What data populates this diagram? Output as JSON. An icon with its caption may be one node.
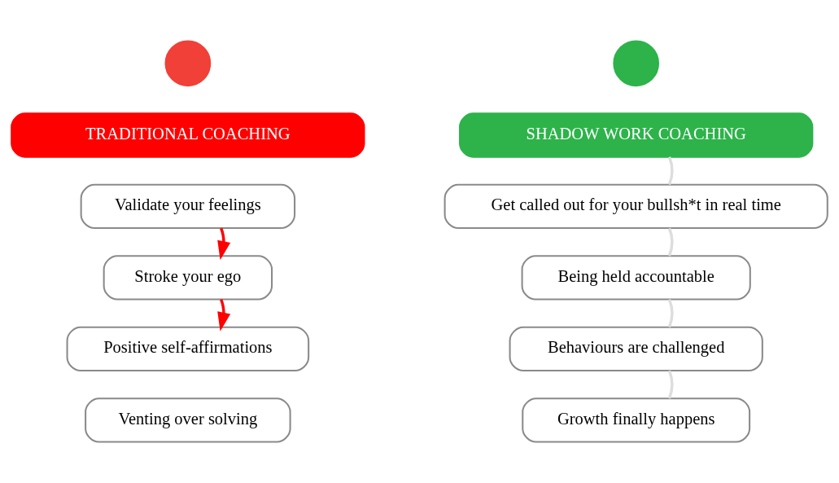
{
  "diagram": {
    "nodes": [
      {
        "text": [],
        "shape": "circle"
      },
      {
        "text": [
          "TRADITIONAL COACHING"
        ]
      },
      {
        "text": [
          "Validate your feelings"
        ]
      },
      {
        "text": [
          "Stroke your ego"
        ]
      },
      {
        "text": [
          "Positive self-affirmations"
        ]
      },
      {
        "text": [
          "Venting over solving"
        ]
      },
      {
        "text": [],
        "shape": "circle"
      },
      {
        "text": [
          "SHADOW WORK COACHING"
        ]
      },
      {
        "text": [
          "Get called out for your bullsh*t in real time"
        ]
      },
      {
        "text": [
          "Being held accountable"
        ]
      },
      {
        "text": [
          "Behaviours are challenged"
        ]
      },
      {
        "text": [
          "Growth finally happens"
        ]
      }
    ],
    "edges": [
      {
        "from": 2,
        "to": 3,
        "arrow": "to",
        "color": "#ff0000"
      },
      {
        "from": 3,
        "to": 4,
        "arrow": "to",
        "color": "#ff0000"
      },
      {
        "from": 7,
        "to": 8,
        "arrow": "none"
      },
      {
        "from": 8,
        "to": 9,
        "arrow": "none"
      },
      {
        "from": 9,
        "to": 10,
        "arrow": "none"
      },
      {
        "from": 10,
        "to": 11,
        "arrow": "none"
      }
    ]
  }
}
